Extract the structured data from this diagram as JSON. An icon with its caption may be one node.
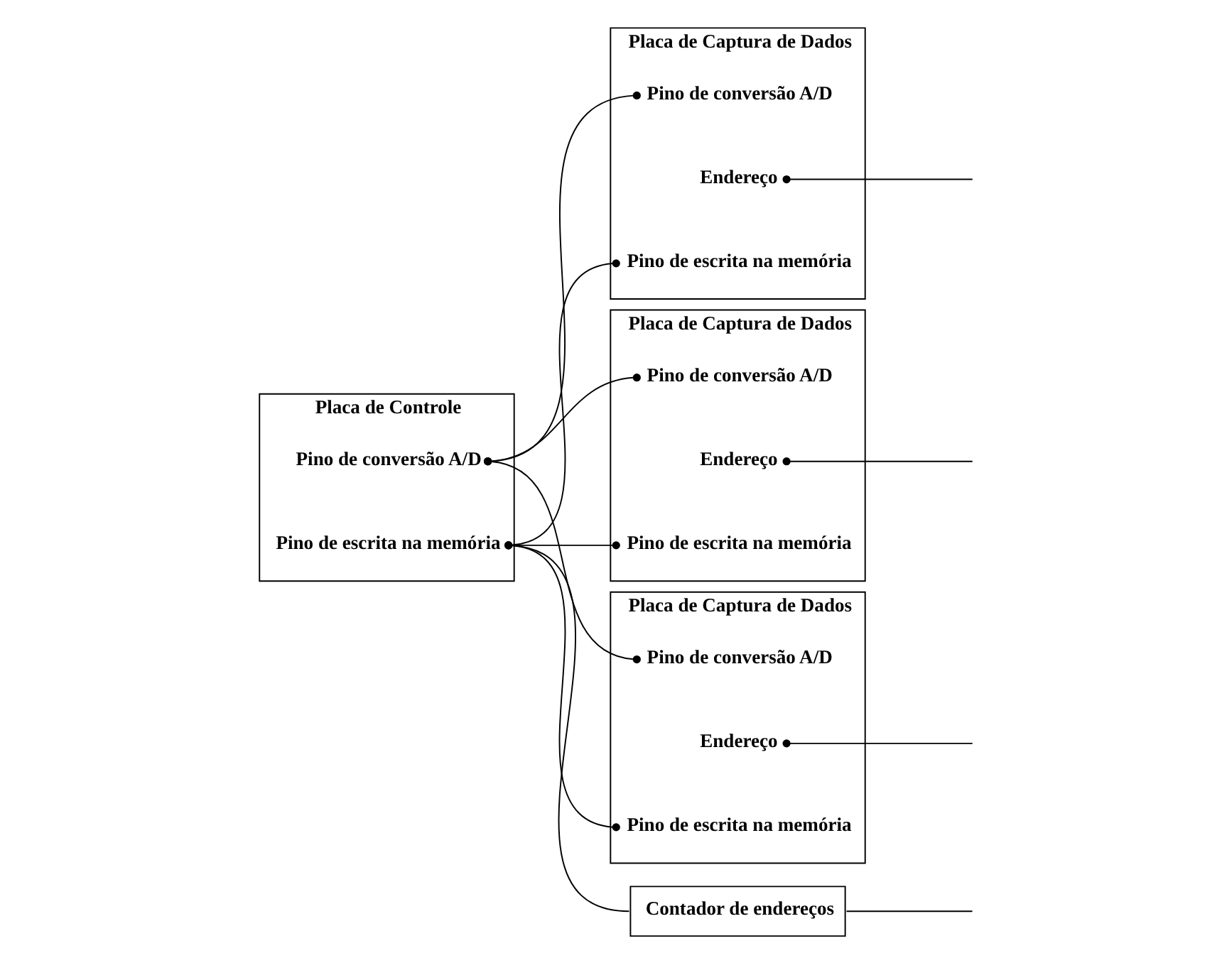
{
  "diagram": {
    "nodes": [
      {
        "text": [
          "Placa de Controle"
        ]
      },
      {
        "text": [
          "Pino de conversão A/D"
        ],
        "in": 0
      },
      {
        "text": [
          "Pino de escrita na memória"
        ],
        "in": 0
      },
      {
        "text": [
          "Contador de endereços"
        ]
      },
      {
        "text": [
          "Placa de Captura de Dados"
        ]
      },
      {
        "text": [
          "Pino de conversão A/D"
        ],
        "in": 4
      },
      {
        "text": [
          "Endereço"
        ],
        "in": 4
      },
      {
        "text": [
          "Pino de escrita na memória"
        ],
        "in": 4
      },
      {
        "text": [
          "Placa de Captura de Dados"
        ]
      },
      {
        "text": [
          "Pino de conversão A/D"
        ],
        "in": 8
      },
      {
        "text": [
          "Endereço"
        ],
        "in": 8
      },
      {
        "text": [
          "Pino de escrita na memória"
        ],
        "in": 8
      },
      {
        "text": [
          "Placa de Captura de Dados"
        ]
      },
      {
        "text": [
          "Pino de conversão A/D"
        ],
        "in": 12
      },
      {
        "text": [
          "Endereço"
        ],
        "in": 12
      },
      {
        "text": [
          "Pino de escrita na memória"
        ],
        "in": 12
      }
    ],
    "edges": [
      {
        "from": 1,
        "to": 5,
        "arrow": "other"
      },
      {
        "from": 1,
        "to": 9,
        "arrow": "other"
      },
      {
        "from": 1,
        "to": 13,
        "arrow": "other"
      },
      {
        "from": 2,
        "to": 7,
        "arrow": "other"
      },
      {
        "from": 2,
        "to": 11,
        "arrow": "other"
      },
      {
        "from": 2,
        "to": 15,
        "arrow": "other"
      },
      {
        "from": 0,
        "to": 3,
        "arrow": "none"
      },
      {
        "from": 3,
        "to": null,
        "arrow": "none"
      },
      {
        "from": 6,
        "to": null,
        "arrow": "other"
      },
      {
        "from": 10,
        "to": null,
        "arrow": "other"
      },
      {
        "from": 14,
        "to": null,
        "arrow": "other"
      }
    ]
  }
}
